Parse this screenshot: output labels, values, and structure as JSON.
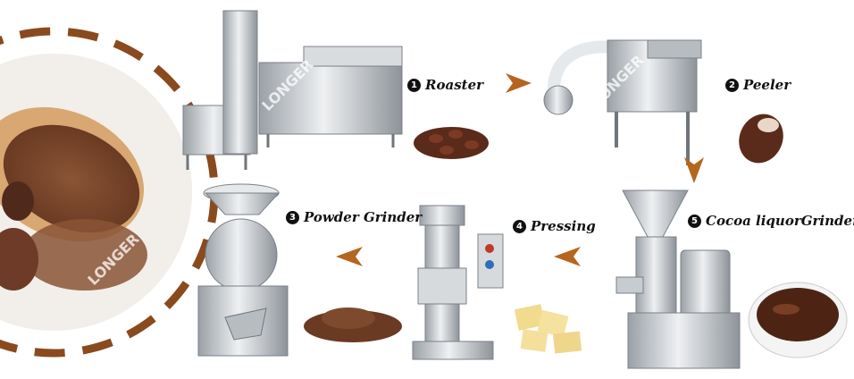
{
  "steps": [
    {
      "num": "1",
      "name": "Roaster"
    },
    {
      "num": "2",
      "name": "Peeler"
    },
    {
      "num": "5",
      "name": "Cocoa liquorGrinder"
    },
    {
      "num": "4",
      "name": "Pressing"
    },
    {
      "num": "3",
      "name": "Powder Grinder"
    }
  ],
  "watermark": "LONGER",
  "colors": {
    "arrow": "#b5651d",
    "dash": "#8a4a1e",
    "steel": "#c7ccd1",
    "cocoa": "#7a4a2e"
  }
}
